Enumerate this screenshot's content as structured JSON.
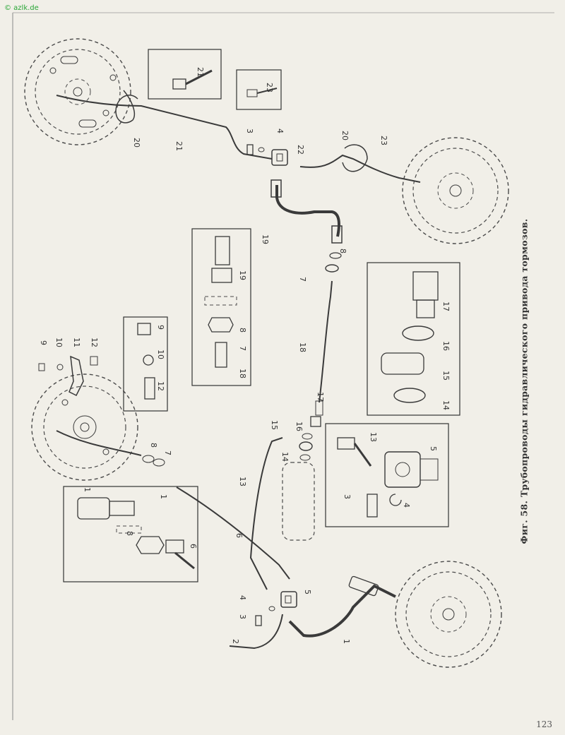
{
  "watermark": "© azlk.de",
  "page_number": "123",
  "caption": "Фиг. 58. Трубопроводы гидравлического привода тормозов.",
  "callouts": [
    "1",
    "2",
    "3",
    "4",
    "5",
    "6",
    "7",
    "8",
    "9",
    "10",
    "11",
    "12",
    "13",
    "14",
    "15",
    "16",
    "17",
    "18",
    "19",
    "20",
    "21",
    "22",
    "23"
  ]
}
